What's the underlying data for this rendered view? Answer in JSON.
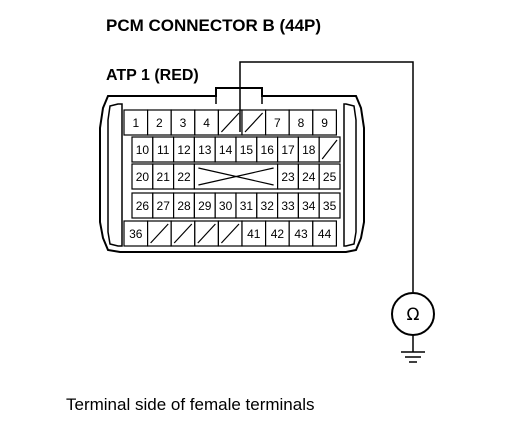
{
  "title": "PCM CONNECTOR B (44P)",
  "terminal_label": "ATP 1 (RED)",
  "caption": "Terminal side of female terminals",
  "meter_symbol": "Ω",
  "pins": {
    "row1": [
      "1",
      "2",
      "3",
      "4",
      "",
      "",
      "7",
      "8",
      "9"
    ],
    "row2": [
      "10",
      "11",
      "12",
      "13",
      "14",
      "15",
      "16",
      "17",
      "18",
      ""
    ],
    "row3": [
      "20",
      "21",
      "22",
      "",
      "23",
      "24",
      "25"
    ],
    "row4": [
      "26",
      "27",
      "28",
      "29",
      "30",
      "31",
      "32",
      "33",
      "34",
      "35"
    ],
    "row5": [
      "36",
      "",
      "",
      "",
      "",
      "41",
      "42",
      "43",
      "44"
    ]
  }
}
